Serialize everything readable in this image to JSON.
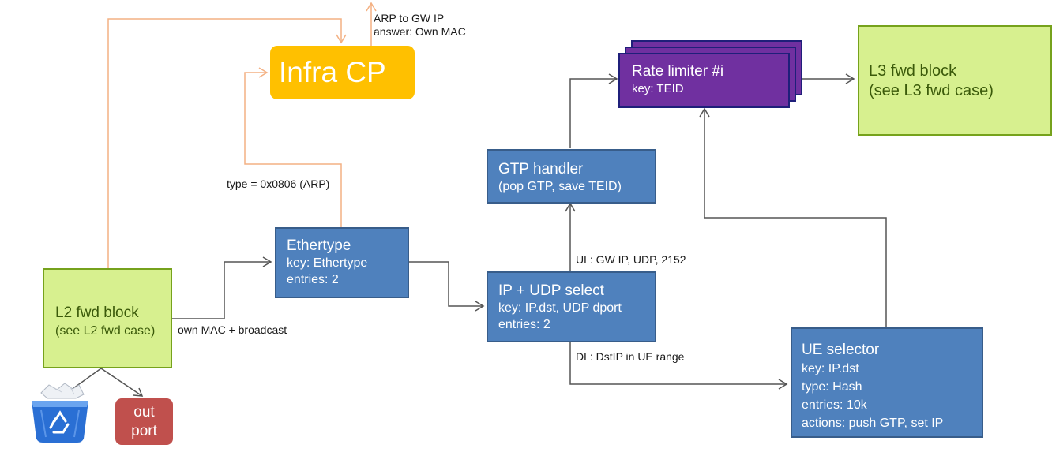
{
  "infra_cp": {
    "title": "Infra CP"
  },
  "arp_note": {
    "line1": "ARP to GW IP",
    "line2": "answer: Own MAC"
  },
  "rate_limiter": {
    "title": "Rate limiter #i",
    "key": "key: TEID"
  },
  "l3_fwd": {
    "line1": "L3 fwd block",
    "line2": "(see L3 fwd case)"
  },
  "gtp_handler": {
    "title": "GTP handler",
    "desc": "(pop GTP, save TEID)"
  },
  "ethertype": {
    "title": "Ethertype",
    "key": "key: Ethertype",
    "entries": "entries: 2"
  },
  "ip_udp_select": {
    "title": "IP + UDP select",
    "key": "key: IP.dst, UDP dport",
    "entries": "entries: 2"
  },
  "l2_fwd": {
    "line1": "L2 fwd block",
    "line2": "(see L2 fwd case)"
  },
  "ue_selector": {
    "title": "UE selector",
    "key": "key: IP.dst",
    "type": "type: Hash",
    "entries": "entries: 10k",
    "actions": "actions: push GTP, set IP"
  },
  "out_port": {
    "line1": "out",
    "line2": "port"
  },
  "edge_labels": {
    "arp_type": "type = 0x0806 (ARP)",
    "own_mac": "own MAC + broadcast",
    "ul": "UL: GW IP, UDP, 2152",
    "dl": "DL: DstIP in UE range"
  },
  "colors": {
    "blue_box": "#4f81bd",
    "green_box": "#d7f08f",
    "orange_box": "#ffc000",
    "purple_box": "#7030a0",
    "red_box": "#c0504d",
    "orange_arrow": "#f4b183",
    "gray_arrow": "#555555"
  },
  "icons": {
    "recycle_bin": "recycle-bin-icon"
  }
}
